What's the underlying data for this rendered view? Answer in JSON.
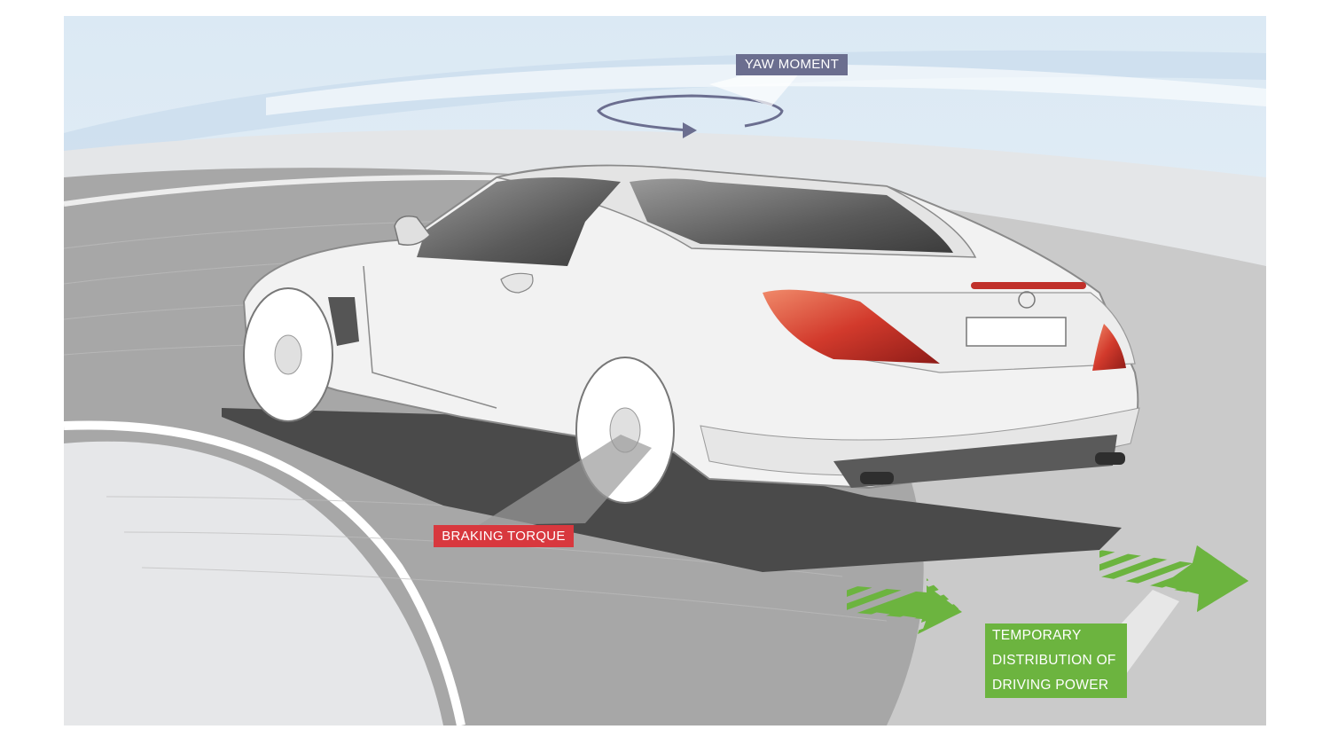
{
  "labels": {
    "yaw_moment": "YAW MOMENT",
    "braking_torque": "BRAKING TORQUE",
    "power_line1": "TEMPORARY",
    "power_line2": "DISTRIBUTION OF",
    "power_line3": "DRIVING POWER"
  },
  "colors": {
    "yaw_label_bg": "#6b6e8f",
    "brake_label_bg": "#d8383e",
    "power_label_bg": "#6cb43f",
    "arrow_green": "#6cb43f",
    "sky": "#d6e6f2",
    "road_dark": "#9d9d9d",
    "road_light": "#cdcdcd",
    "shadow": "#4a4a4a",
    "car_body": "#f3f3f3",
    "taillight": "#c8362f"
  },
  "icons": {
    "yaw": "rotation-arrow-icon",
    "power": "forward-arrow-icon"
  }
}
